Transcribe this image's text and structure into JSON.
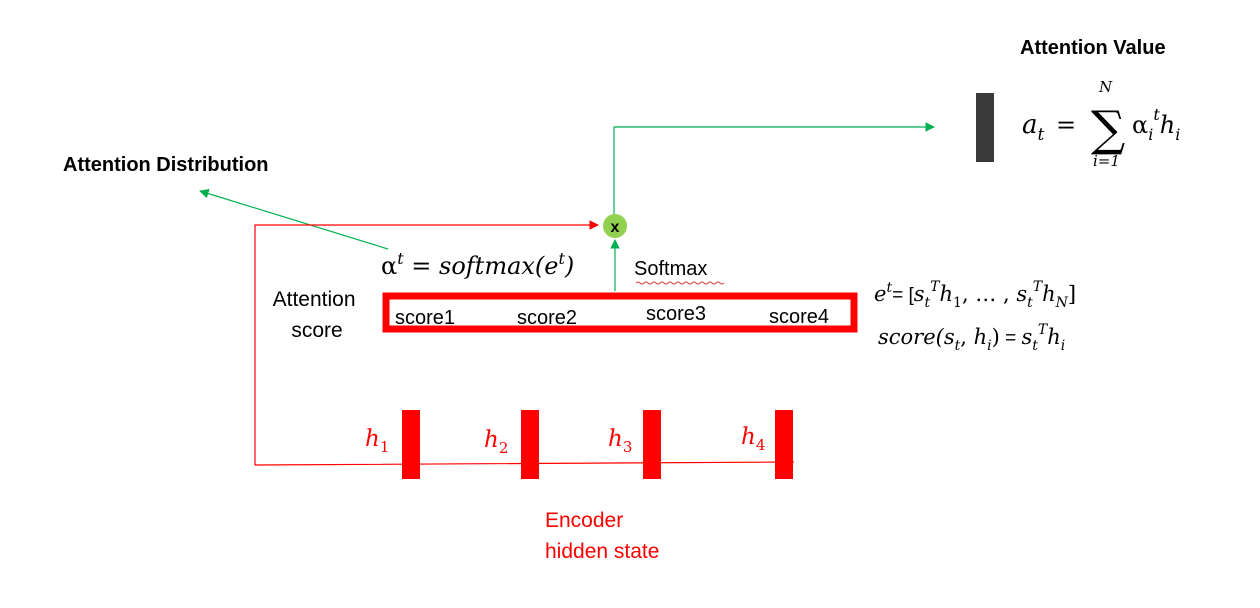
{
  "attention_value": {
    "title": "Attention Value",
    "formula": {
      "lhs_base": "a",
      "lhs_sub": "t",
      "equals": "=",
      "sum_sign": "∑",
      "upper": "N",
      "lower": "i=1",
      "alpha": "α",
      "alpha_sub": "i",
      "alpha_sup": "t",
      "h": "h",
      "h_sub": "i"
    }
  },
  "attention_distribution": {
    "title": "Attention Distribution",
    "formula": {
      "alpha": "α",
      "sup": "t",
      "rest": " = softmax(",
      "e": "e",
      "e_sup": "t",
      "close": ")"
    }
  },
  "multiply_node": {
    "label": "x"
  },
  "softmax_label": "Softmax",
  "attention_score_label": {
    "line1": "Attention",
    "line2": "score"
  },
  "scores": [
    "score1",
    "score2",
    "score3",
    "score4"
  ],
  "e_formula": {
    "e": "e",
    "sup": "t",
    "eq": "= [",
    "s1": "s",
    "s1_sub": "t",
    "s1_sup": "T",
    "h1": "h",
    "h1_sub": "1",
    "mid": ", … , ",
    "s2": "s",
    "s2_sub": "t",
    "s2_sup": "T",
    "h2": "h",
    "h2_sub": "N",
    "close": "]"
  },
  "score_formula": {
    "fn": "score(",
    "s": "s",
    "s_sub": "t",
    "comma": ", ",
    "h": "h",
    "h_sub": "i",
    "close": ")",
    "eq": " = ",
    "s2": "s",
    "s2_sub": "t",
    "s2_sup": "T",
    "h2": "h",
    "h2_sub": "i"
  },
  "hidden_states": [
    {
      "base": "h",
      "sub": "1"
    },
    {
      "base": "h",
      "sub": "2"
    },
    {
      "base": "h",
      "sub": "3"
    },
    {
      "base": "h",
      "sub": "4"
    }
  ],
  "encoder_label": {
    "line1": "Encoder",
    "line2": "hidden state"
  },
  "colors": {
    "red": "#ff0000",
    "green": "#00b050",
    "node_green": "#92d050",
    "dark_bar": "#3a3a3a",
    "squiggle": "#e23b3b"
  }
}
